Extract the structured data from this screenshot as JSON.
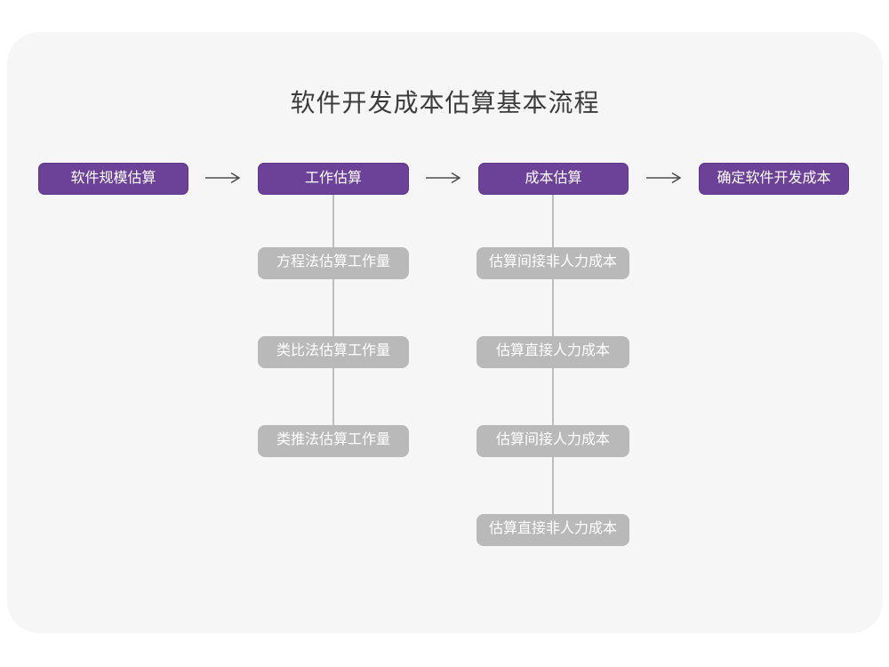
{
  "title": "软件开发成本估算基本流程",
  "colors": {
    "page_background": "#ffffff",
    "card_background": "#f6f6f7",
    "primary_node": "#6c4198",
    "sub_node": "#b9b9b9",
    "node_text": "#ffffff",
    "connector": "#bdbdbd",
    "arrow": "#4d4d4d",
    "title_text": "#3c3c3c"
  },
  "flow": {
    "main_nodes": [
      "软件规模估算",
      "工作估算",
      "成本估算",
      "确定软件开发成本"
    ],
    "work_estimation_methods": [
      "方程法估算工作量",
      "类比法估算工作量",
      "类推法估算工作量"
    ],
    "cost_estimation_steps": [
      "估算间接非人力成本",
      "估算直接人力成本",
      "估算间接人力成本",
      "估算直接非人力成本"
    ]
  }
}
